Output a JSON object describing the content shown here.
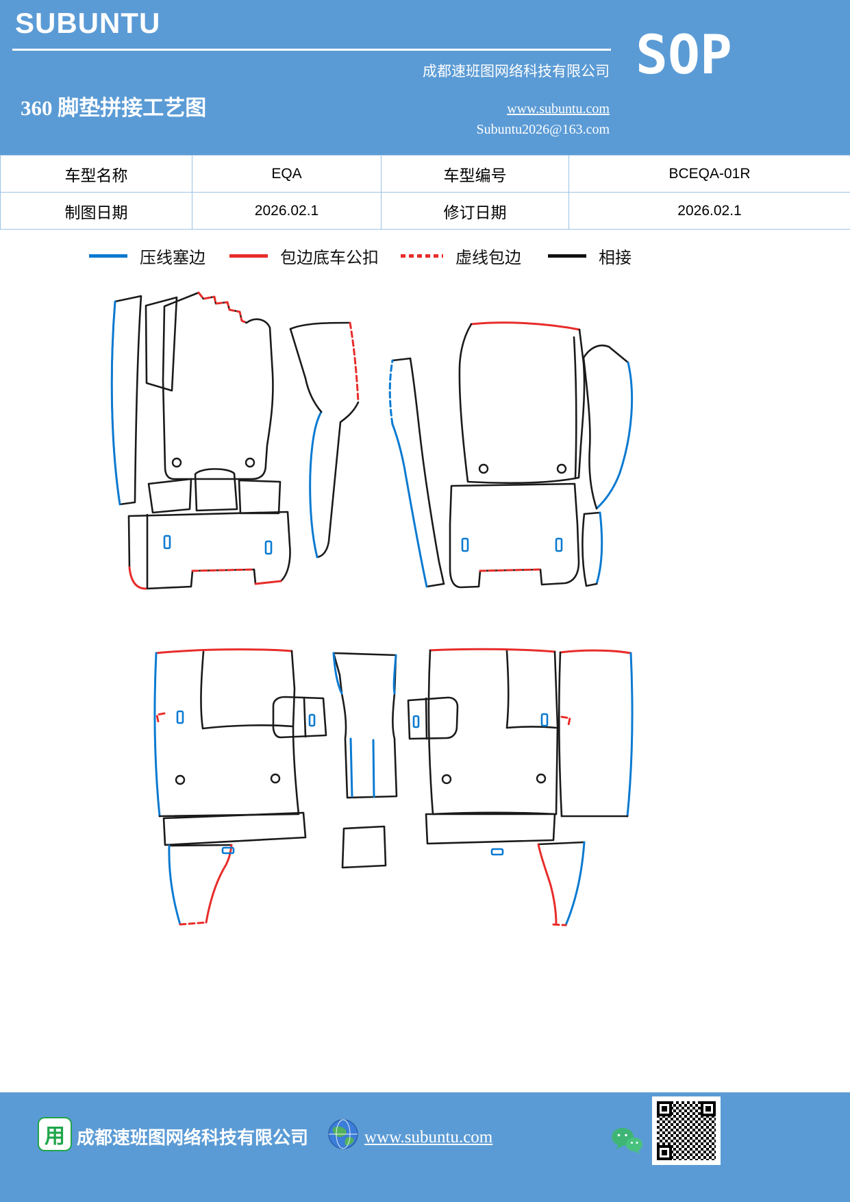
{
  "header": {
    "brand": "SUBUNTU",
    "company": "成都速班图网络科技有限公司",
    "sop_label": "SOP",
    "title": "360 脚垫拼接工艺图",
    "website": "www.subuntu.com",
    "email": "Subuntu2026@163.com"
  },
  "info_table": {
    "rows": [
      {
        "c0": "车型名称",
        "c1": "EQA",
        "c2": "车型编号",
        "c3": "BCEQA-01R"
      },
      {
        "c0": "制图日期",
        "c1": "2026.02.1",
        "c2": "修订日期",
        "c3": "2026.02.1"
      }
    ]
  },
  "legend": {
    "items": [
      {
        "label": "压线塞边",
        "color": "#0a7ad1",
        "line": "solid"
      },
      {
        "label": "包边底车公扣",
        "color": "#e82c2a",
        "line": "solid"
      },
      {
        "label": "虚线包边",
        "color": "#e82c2a",
        "line": "dashed"
      },
      {
        "label": "相接",
        "color": "#111111",
        "line": "solid"
      }
    ]
  },
  "footer": {
    "icon_glyph": "用",
    "company": "成都速班图网络科技有限公司",
    "website": "www.subuntu.com"
  },
  "colors": {
    "banner_blue": "#5b9bd5",
    "table_border": "#9cc2e5",
    "stitch_blue": "#0a7ad1",
    "edge_red": "#e82c2a",
    "join_black": "#1a1a1a"
  }
}
